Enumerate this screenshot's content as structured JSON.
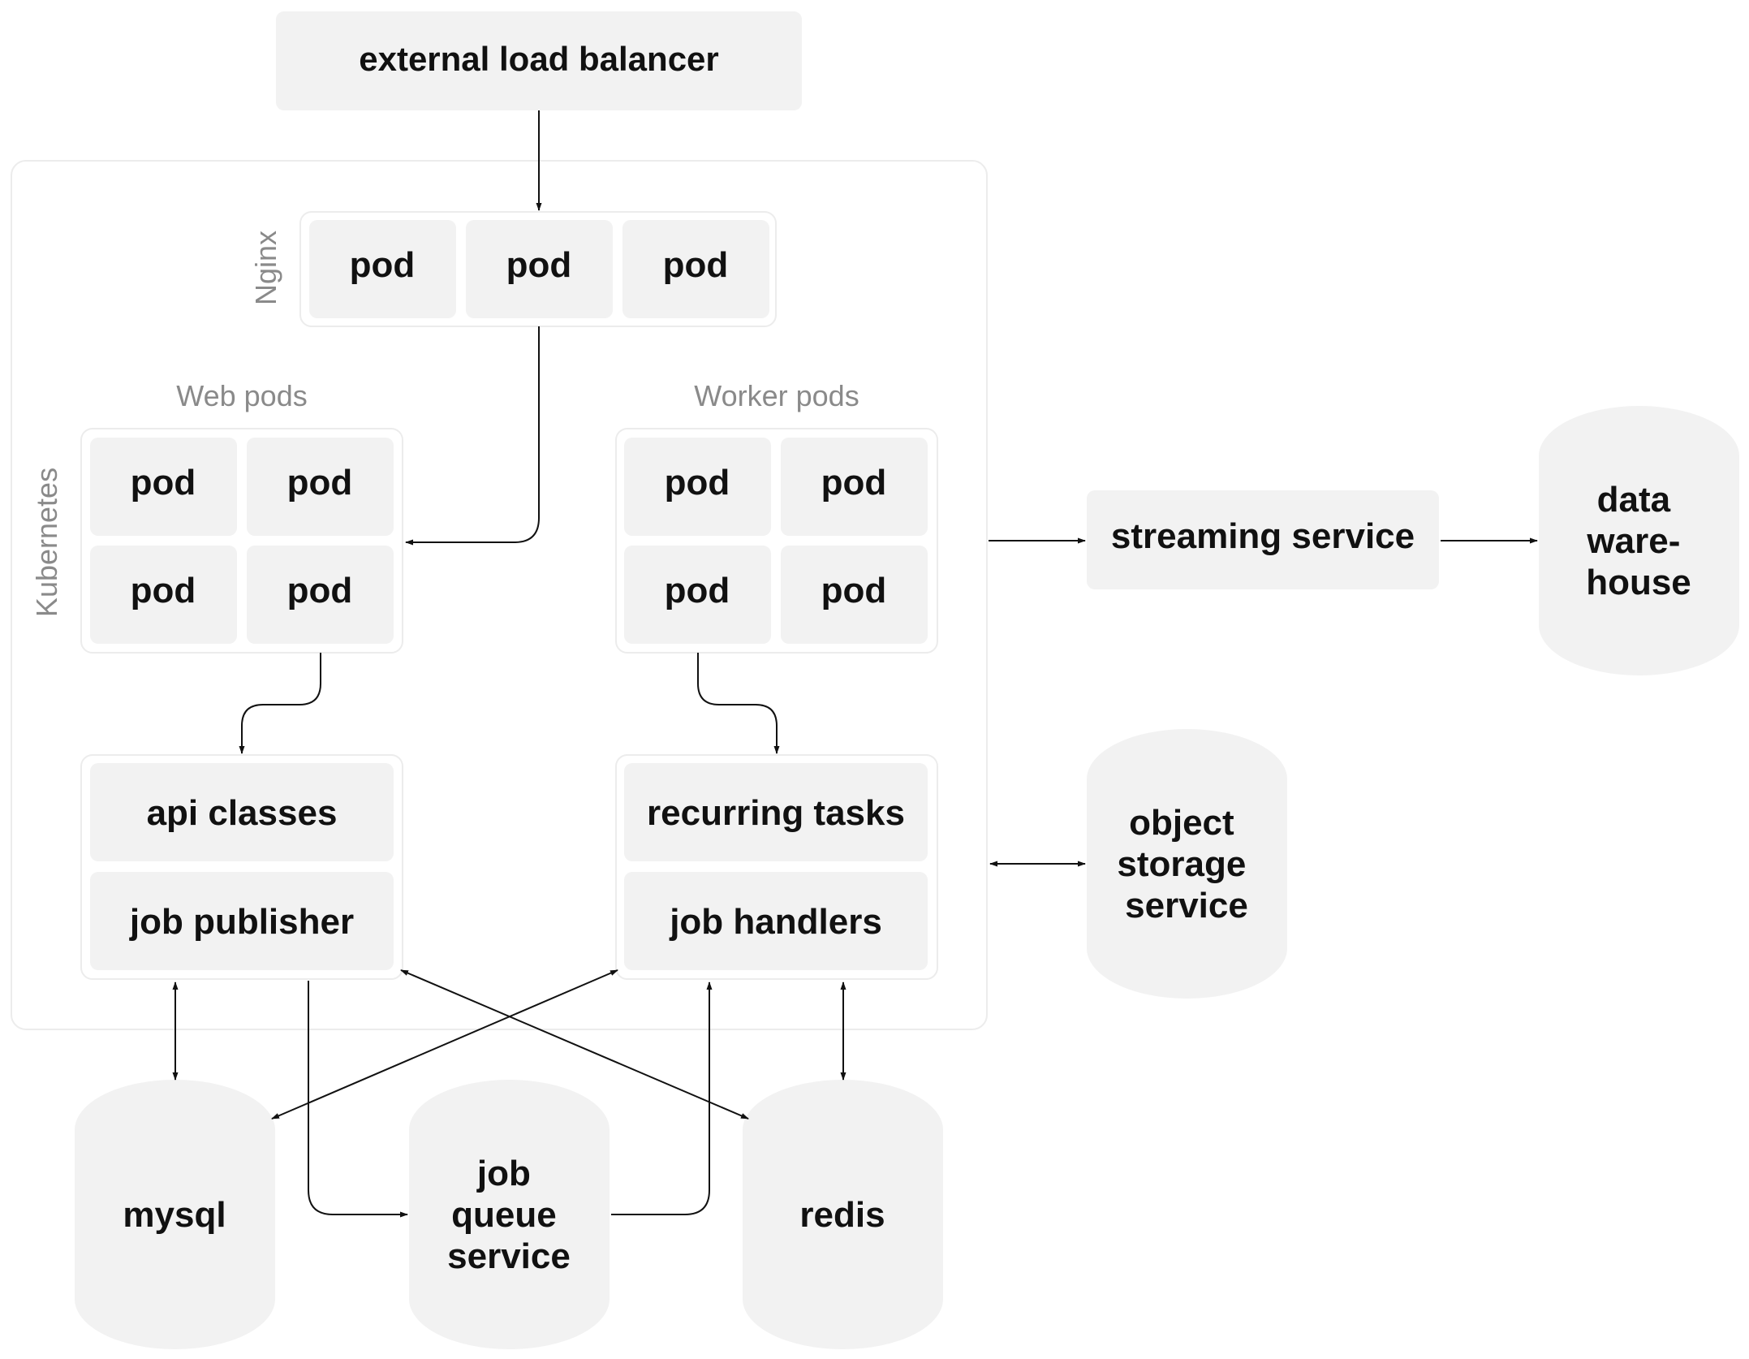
{
  "labels": {
    "kubernetes": "Kubernetes",
    "nginx": "Nginx",
    "web_pods": "Web pods",
    "worker_pods": "Worker pods"
  },
  "nodes": {
    "external_lb": "external load balancer",
    "nginx_pods": [
      "pod",
      "pod",
      "pod"
    ],
    "web_pods": [
      "pod",
      "pod",
      "pod",
      "pod"
    ],
    "worker_pods": [
      "pod",
      "pod",
      "pod",
      "pod"
    ],
    "api_classes": "api classes",
    "job_publisher": "job publisher",
    "recurring_tasks": "recurring tasks",
    "job_handlers": "job handlers",
    "streaming_service": "streaming service",
    "data_warehouse": [
      "data",
      "ware-",
      "house"
    ],
    "object_storage": [
      "object",
      "storage",
      "service"
    ],
    "mysql": "mysql",
    "job_queue": [
      "job",
      "queue",
      "service"
    ],
    "redis": "redis"
  },
  "colors": {
    "node_fill": "#f2f2f2",
    "frame_stroke": "#ececec",
    "label_gray": "#8a8a8a",
    "text": "#111111",
    "line": "#111111"
  }
}
